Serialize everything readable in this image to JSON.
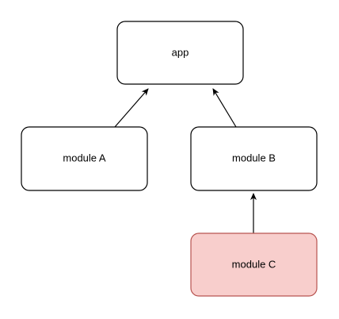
{
  "diagram": {
    "nodes": {
      "app": {
        "label": "app",
        "fill": "#ffffff",
        "stroke": "#000000"
      },
      "module_a": {
        "label": "module A",
        "fill": "#ffffff",
        "stroke": "#000000"
      },
      "module_b": {
        "label": "module B",
        "fill": "#ffffff",
        "stroke": "#000000"
      },
      "module_c": {
        "label": "module C",
        "fill": "#f8cecc",
        "stroke": "#b85450"
      }
    },
    "edges": [
      {
        "from": "module A",
        "to": "app"
      },
      {
        "from": "module B",
        "to": "app"
      },
      {
        "from": "module C",
        "to": "module B"
      }
    ]
  }
}
